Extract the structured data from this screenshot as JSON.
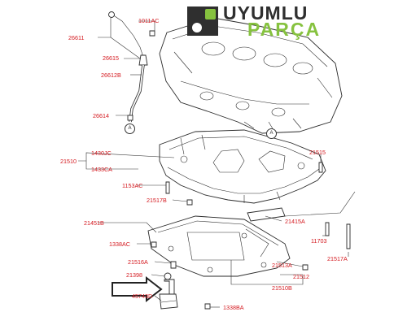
{
  "logo": {
    "line1": "UYUMLU",
    "line2": "PARÇA",
    "dark_color": "#2f2f2f",
    "accent_color": "#86c23f"
  },
  "ref_marker": "A",
  "label_color": "#d4191f",
  "labels": {
    "p26611": "26611",
    "p1011AC": "1011AC",
    "p26615": "26615",
    "p26612B": "26612B",
    "p26614": "26614",
    "p21510": "21510",
    "p1430JC": "1430JC",
    "p1433CA": "1433CA",
    "p1153AC": "1153AC",
    "p21517B": "21517B",
    "p21515": "21515",
    "p21451B": "21451B",
    "p21415A": "21415A",
    "p1338AC": "1338AC",
    "p11703": "11703",
    "p21516A": "21516A",
    "p21398": "21398",
    "p21513A": "21513A",
    "p21512": "21512",
    "p21517A": "21517A",
    "p21510B": "21510B",
    "p45743D": "45743D",
    "p1338BA": "1338BA"
  }
}
